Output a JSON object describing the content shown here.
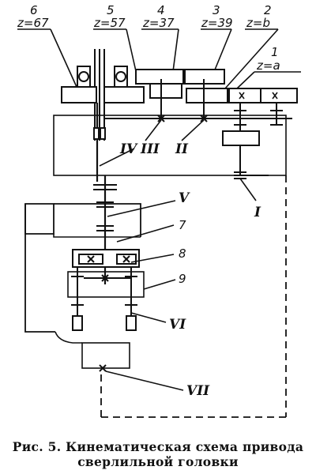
{
  "gear_labels": [
    {
      "num": "6",
      "z": "z=67"
    },
    {
      "num": "5",
      "z": "z=57"
    },
    {
      "num": "4",
      "z": "z=37"
    },
    {
      "num": "3",
      "z": "z=39"
    },
    {
      "num": "2",
      "z": "z=b"
    },
    {
      "num": "1",
      "z": "z=a"
    }
  ],
  "shaft_labels": [
    "IV",
    "III",
    "II",
    "I",
    "V",
    "7",
    "8",
    "9",
    "VI",
    "VII"
  ],
  "caption": {
    "line1": "Рис. 5. Кинематическая схема привода",
    "line2": "сверлильной головки"
  }
}
